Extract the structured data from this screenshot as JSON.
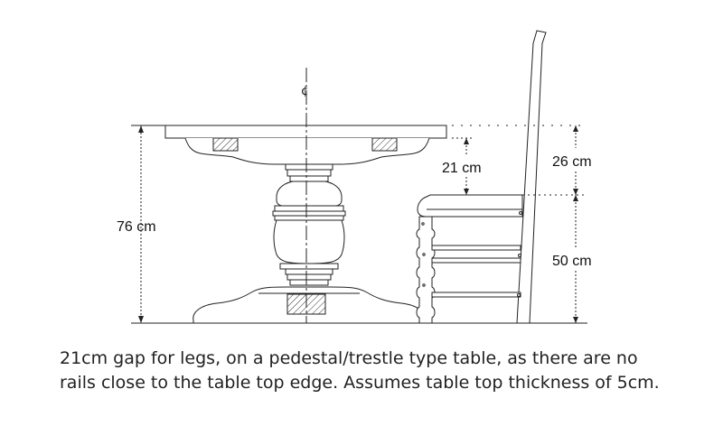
{
  "labels": {
    "table_height": "76 cm",
    "leg_gap": "21 cm",
    "back_above_seat": "26 cm",
    "seat_height": "50 cm",
    "centerline_symbol": "¢"
  },
  "caption": {
    "line1": "21cm gap for legs, on a pedestal/trestle type table, as there are no",
    "line2": "rails close to the table top edge. Assumes table top thickness of 5cm."
  }
}
